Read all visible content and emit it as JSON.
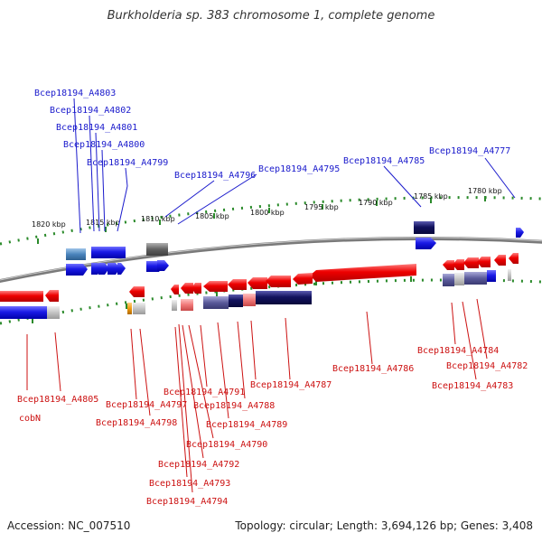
{
  "title": "Burkholderia sp. 383 chromosome 1, complete genome",
  "accession": "Accession: NC_007510",
  "topology": "Topology: circular; Length: 3,694,126 bp; Genes: 3,408",
  "scale_ticks": [
    "1820 kbp",
    "1815 kbp",
    "1810 kbp",
    "1805 kbp",
    "1800 kbp",
    "1795 kbp",
    "1790 kbp",
    "1785 kbp",
    "1780 kbp"
  ],
  "genes_top": [
    "Bcep18194_A4803",
    "Bcep18194_A4802",
    "Bcep18194_A4801",
    "Bcep18194_A4800",
    "Bcep18194_A4799",
    "Bcep18194_A4796",
    "Bcep18194_A4795",
    "Bcep18194_A4785",
    "Bcep18194_A4777"
  ],
  "genes_bottom": [
    "Bcep18194_A4805",
    "cobN",
    "Bcep18194_A4797",
    "Bcep18194_A4798",
    "Bcep18194_A4791",
    "Bcep18194_A4788",
    "Bcep18194_A4789",
    "Bcep18194_A4790",
    "Bcep18194_A4792",
    "Bcep18194_A4793",
    "Bcep18194_A4794",
    "Bcep18194_A4787",
    "Bcep18194_A4786",
    "Bcep18194_A4784",
    "Bcep18194_A4782",
    "Bcep18194_A4783"
  ],
  "colors": {
    "forward_label": "#1a1acc",
    "reverse_label": "#cc1111",
    "backbone": "#888888",
    "tick": "#2a8a2a"
  }
}
